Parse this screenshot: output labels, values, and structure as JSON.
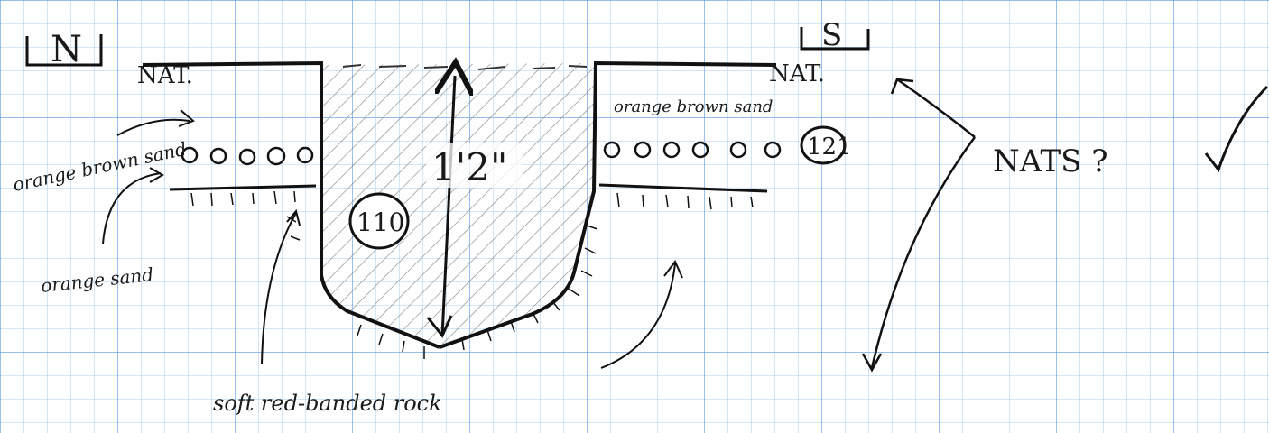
{
  "labels": {
    "north": "N",
    "south": "S",
    "nat_left": "NAT.",
    "nat_right": "NAT.",
    "context_fill": "110",
    "context_layer": "121",
    "depth": "1'2\"",
    "orange_brown_sand_left": "orange brown sand",
    "orange_brown_sand_right": "orange brown sand",
    "orange_sand": "orange sand",
    "soft_bedrock": "soft red-banded rock",
    "nats_question": "NATS ?"
  },
  "colors": {
    "paper": "#ffffff",
    "grid_minor": "#9fc4ee",
    "grid_major": "#4f8fdc",
    "ink": "#111111",
    "hatch": "#8a8a8a"
  }
}
